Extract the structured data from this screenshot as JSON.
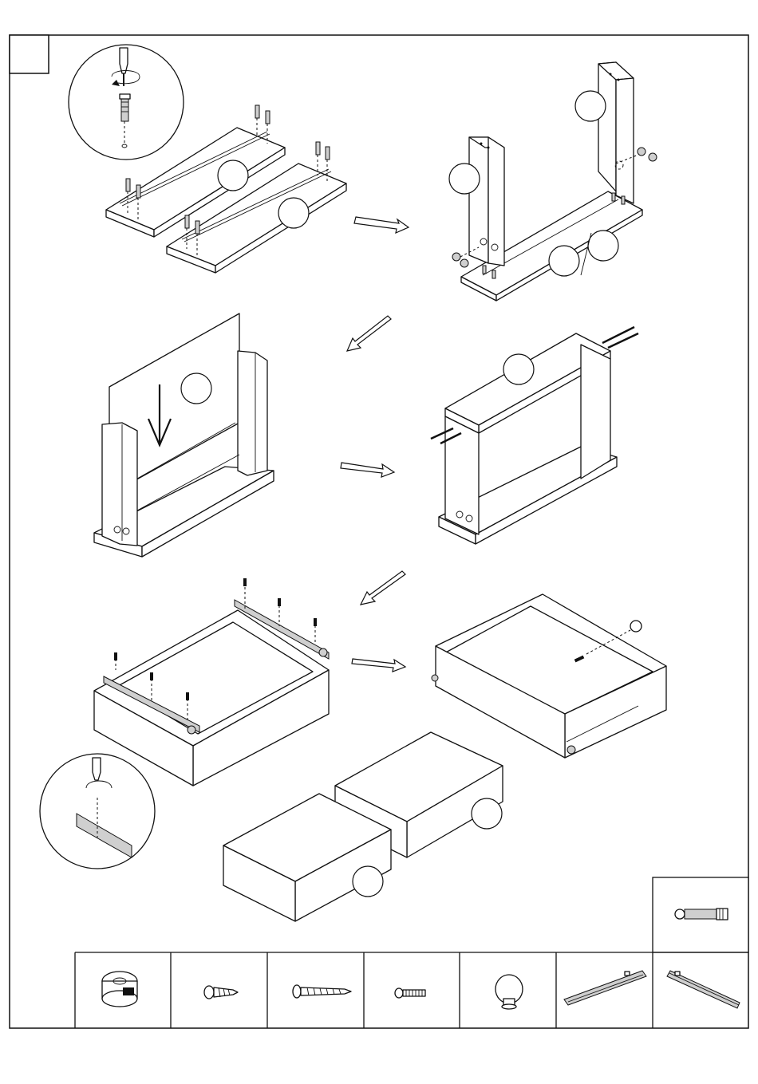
{
  "page": {
    "step_number": "",
    "frame_color": "#111111",
    "background": "#ffffff"
  },
  "steps": [
    {
      "id": "attach-cam-bolts-to-panels",
      "icons": [
        "screwdriver-icon",
        "cam-bolt-icon",
        "panel-icon"
      ]
    },
    {
      "id": "attach-side-panels",
      "icons": [
        "side-panel-icon",
        "cam-lock-icon",
        "dowel-icon"
      ]
    },
    {
      "id": "slide-in-back-panel",
      "icons": [
        "back-panel-icon",
        "down-arrow-icon"
      ]
    },
    {
      "id": "attach-top-panel",
      "icons": [
        "top-panel-icon",
        "screw-icon"
      ]
    },
    {
      "id": "mount-drawer-slides-on-cabinet",
      "icons": [
        "slide-rail-icon",
        "screw-icon",
        "screwdriver-icon"
      ]
    },
    {
      "id": "attach-knob-to-drawer",
      "icons": [
        "drawer-icon",
        "knob-icon"
      ]
    },
    {
      "id": "insert-drawers",
      "icons": [
        "drawer-icon"
      ]
    }
  ],
  "hardware": [
    {
      "name": "cam-lock",
      "icon": "cam-lock-icon",
      "label": ""
    },
    {
      "name": "short-screw",
      "icon": "short-screw-icon",
      "label": ""
    },
    {
      "name": "long-screw",
      "icon": "long-screw-icon",
      "label": ""
    },
    {
      "name": "machine-screw",
      "icon": "machine-screw-icon",
      "label": ""
    },
    {
      "name": "knob",
      "icon": "knob-icon",
      "label": ""
    },
    {
      "name": "drawer-slide-a",
      "icon": "drawer-slide-icon",
      "label": ""
    },
    {
      "name": "drawer-slide-b",
      "icon": "drawer-slide-icon",
      "label": ""
    },
    {
      "name": "cam-bolt",
      "icon": "cam-bolt-icon",
      "label": ""
    }
  ],
  "callout_labels": {
    "c1": "",
    "c2": "",
    "c3": "",
    "c4": "",
    "c5": "",
    "c6": "",
    "c7": "",
    "c8": "",
    "c9": "",
    "c10": "",
    "c11": ""
  }
}
